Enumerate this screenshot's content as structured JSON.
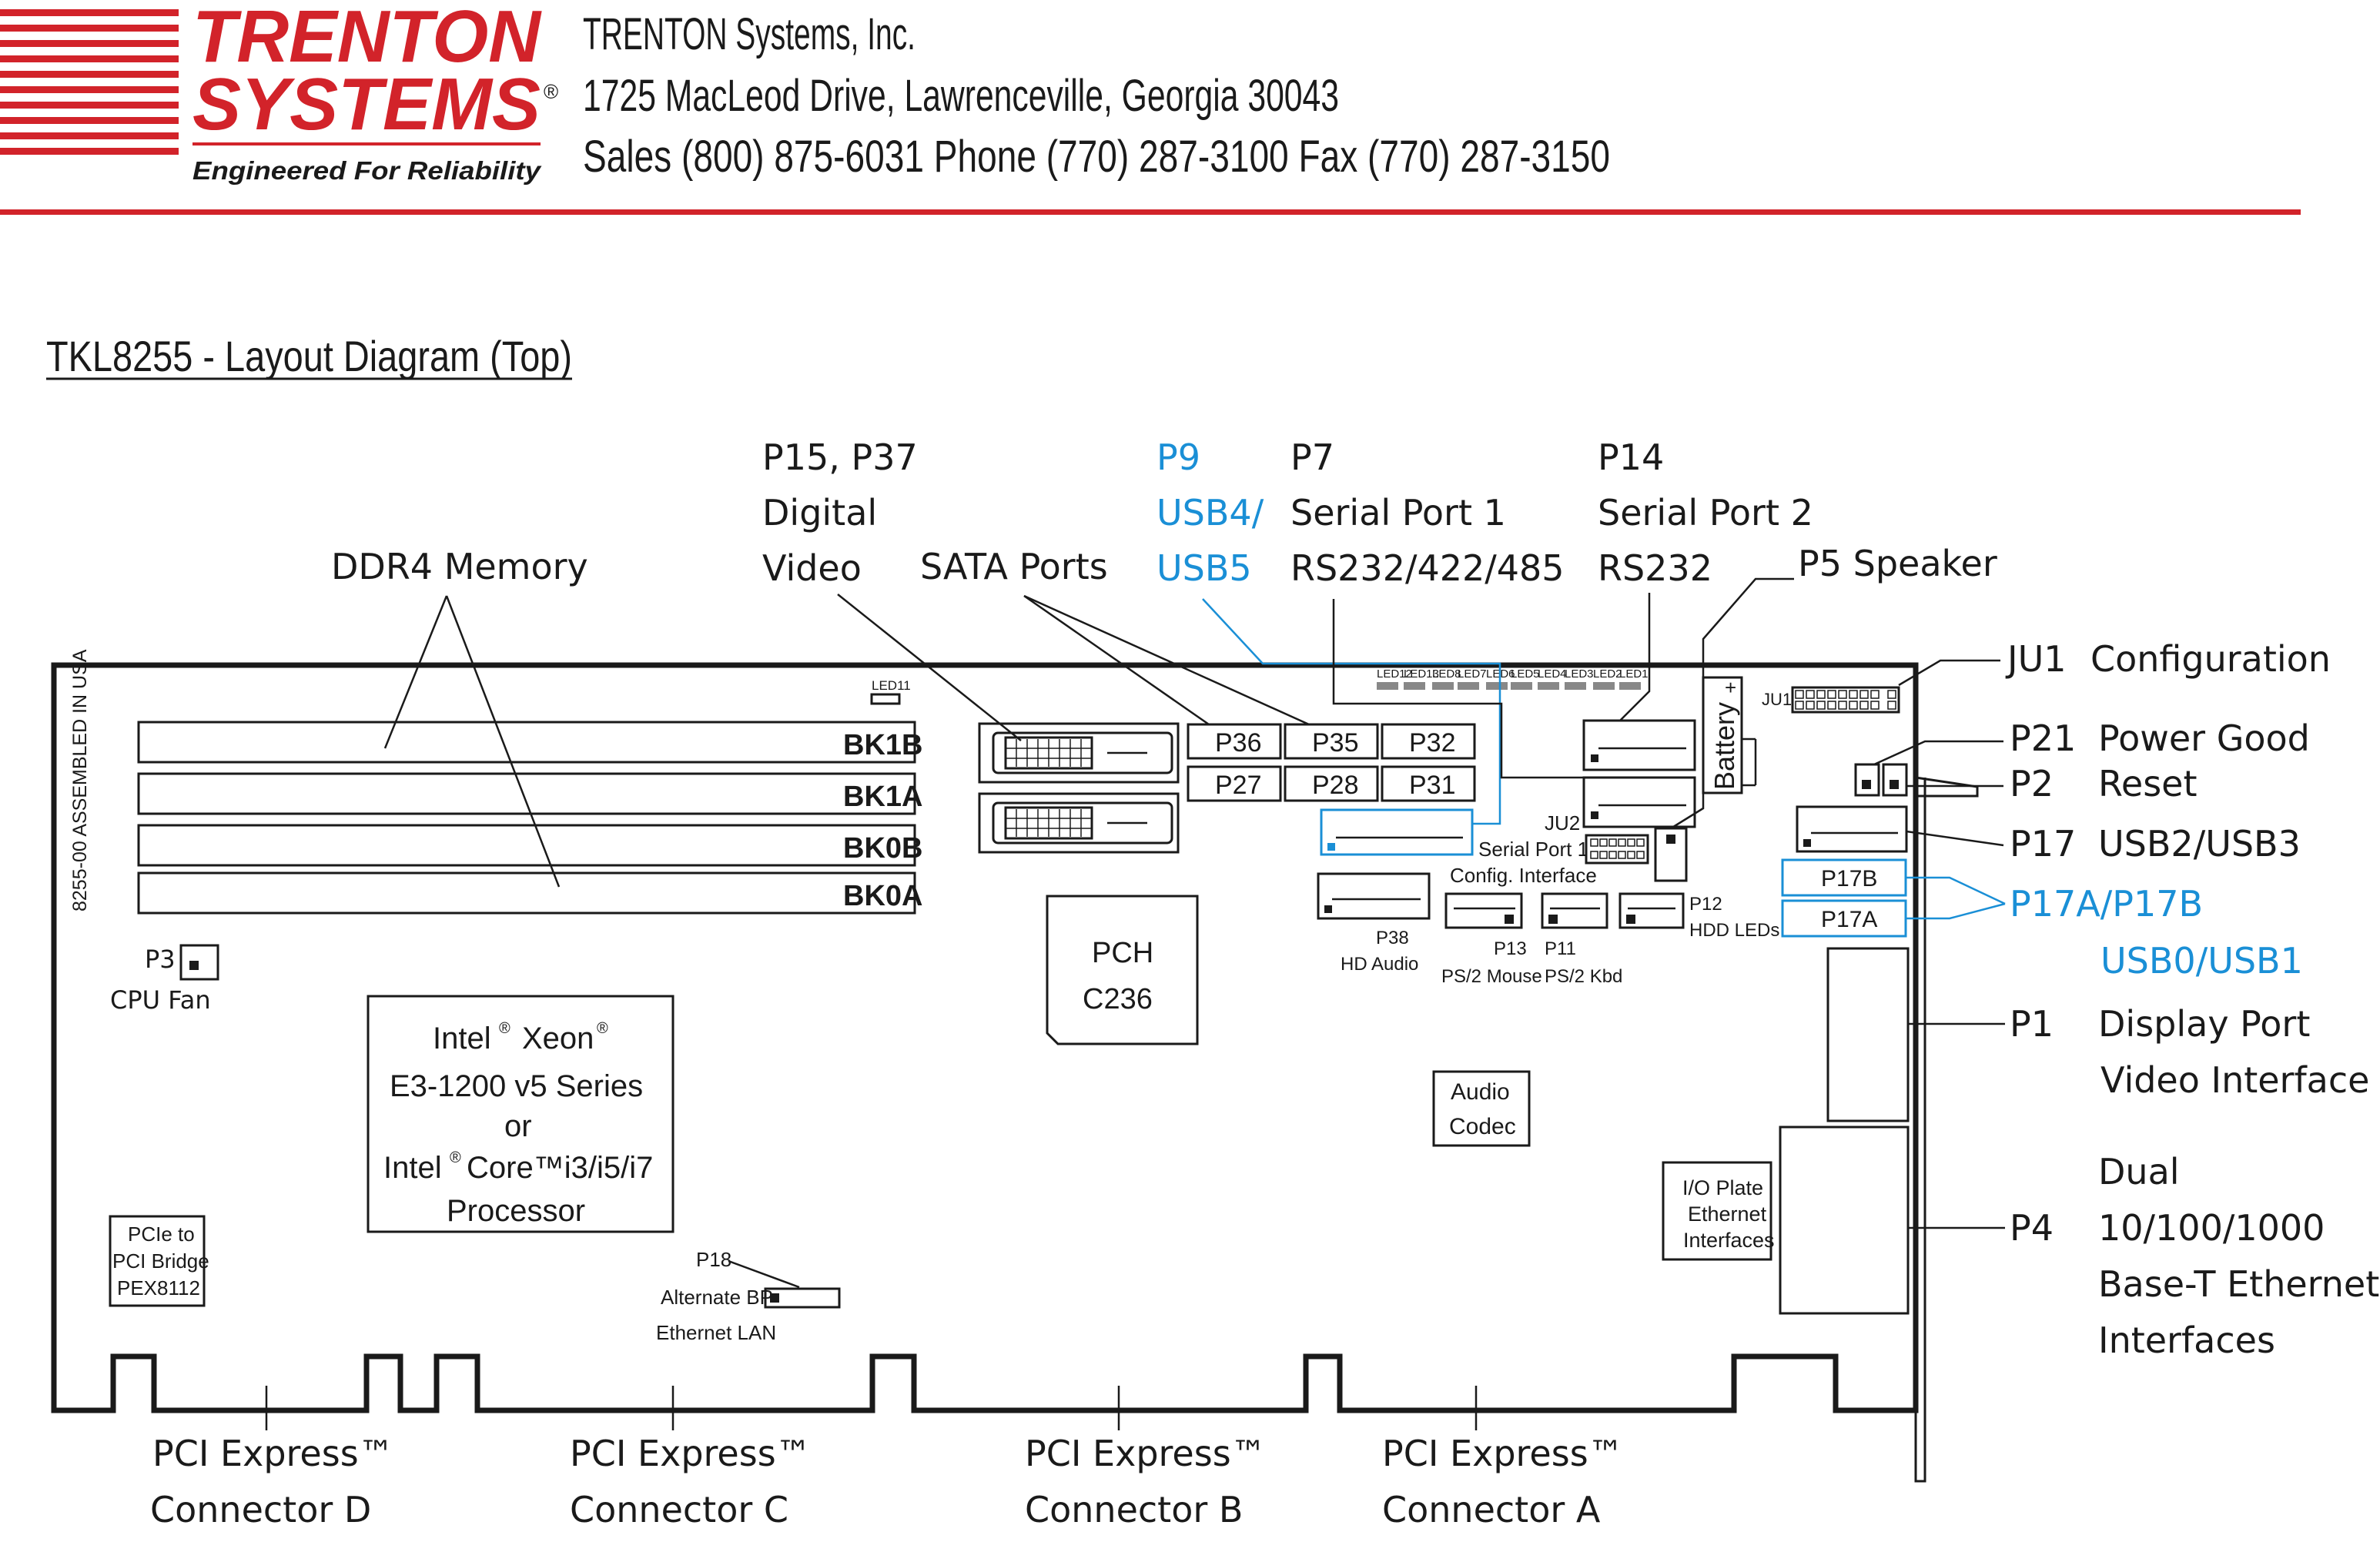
{
  "company": {
    "logo_line1": "TRENTON",
    "logo_line2": "SYSTEMS",
    "registered": "®",
    "tagline": "Engineered For Reliability",
    "name": "TRENTON Systems, Inc.",
    "address": "1725 MacLeod Drive, Lawrenceville,  Georgia 30043",
    "contact": "Sales (800) 875-6031  Phone (770) 287-3100  Fax (770) 287-3150",
    "brand_color": "#d2232a"
  },
  "title": "TKL8255 - Layout Diagram (Top)",
  "callouts": {
    "ddr4": "DDR4 Memory",
    "digital_video_l1": "P15, P37",
    "digital_video_l2": "Digital",
    "digital_video_l3": "Video",
    "sata": "SATA Ports",
    "p9_l1": "P9",
    "p9_l2": "USB4/",
    "p9_l3": "USB5",
    "p7_l1": "P7",
    "p7_l2": "Serial Port 1",
    "p7_l3": "RS232/422/485",
    "p14_l1": "P14",
    "p14_l2": "Serial Port 2",
    "p14_l3": "RS232",
    "p5": "P5 Speaker",
    "ju1_id": "JU1",
    "ju1_desc": "Configuration",
    "p21_id": "P21",
    "p21_desc": "Power Good",
    "p2_id": "P2",
    "p2_desc": "Reset",
    "p17_id": "P17",
    "p17_desc": "USB2/USB3",
    "p17ab_id": "P17A/P17B",
    "p17ab_desc": "USB0/USB1",
    "p1_id": "P1",
    "p1_desc1": "Display Port",
    "p1_desc2": "Video Interface",
    "p4_id": "P4",
    "p4_desc1": "Dual",
    "p4_desc2": "10/100/1000",
    "p4_desc3": "Base-T Ethernet",
    "p4_desc4": "Interfaces",
    "pcie_l1": "PCI Express™",
    "pcie_d": "Connector D",
    "pcie_c": "Connector C",
    "pcie_b": "Connector B",
    "pcie_a": "Connector A",
    "accent_blue": "#1a8fd6"
  },
  "board": {
    "assembled": "8255-00 ASSEMBLED IN USA",
    "led11": "LED11",
    "leds": [
      "LED12",
      "LED13",
      "LED8",
      "LED7",
      "LED6",
      "LED5",
      "LED4",
      "LED3",
      "LED2",
      "LED1"
    ],
    "ju1": "JU1",
    "memory_banks": [
      "BK1B",
      "BK1A",
      "BK0B",
      "BK0A"
    ],
    "sata_ports": [
      "P36",
      "P35",
      "P32",
      "P27",
      "P28",
      "P31"
    ],
    "ju2": "JU2",
    "ju2_desc1": "Serial Port 1",
    "ju2_desc2": "Config. Interface",
    "battery": "Battery",
    "battery_plus": "+",
    "p17b": "P17B",
    "p17a": "P17A",
    "p38": "P38",
    "p38_desc": "HD Audio",
    "p13": "P13",
    "p13_desc": "PS/2 Mouse",
    "p11": "P11",
    "p11_desc": "PS/2 Kbd",
    "p12": "P12",
    "p12_desc": "HDD LEDs",
    "p3": "P3",
    "p3_desc": "CPU Fan",
    "pch_l1": "PCH",
    "pch_l2": "C236",
    "cpu_l1": "Intel",
    "cpu_l1b": "Xeon",
    "cpu_reg": "®",
    "cpu_l2": "E3-1200 v5 Series",
    "cpu_l3": "or",
    "cpu_l4a": "Intel",
    "cpu_l4b": "Core™i3/i5/i7",
    "cpu_l5": "Processor",
    "audio_l1": "Audio",
    "audio_l2": "Codec",
    "io_l1": "I/O Plate",
    "io_l2": "Ethernet",
    "io_l3": "Interfaces",
    "bridge_l1": "PCIe to",
    "bridge_l2": "PCI Bridge",
    "bridge_l3": "PEX8112",
    "p18": "P18",
    "p18_desc1": "Alternate BP",
    "p18_desc2": "Ethernet LAN"
  }
}
